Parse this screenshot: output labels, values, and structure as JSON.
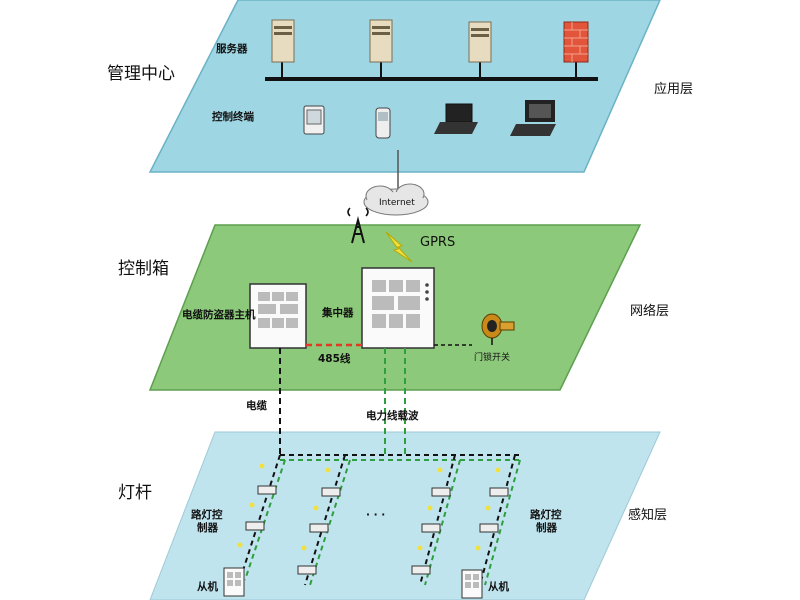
{
  "layers": {
    "top": {
      "side_label": "管理中心",
      "right_label": "应用层",
      "servers_label": "服务器",
      "terminals_label": "控制终端"
    },
    "middle": {
      "side_label": "控制箱",
      "right_label": "网络层",
      "cloud_label": "Internet",
      "gprs_label": "GPRS",
      "cable_host_label": "电缆防盗器主机",
      "concentrator_label": "集中器",
      "rs485_label": "485线",
      "door_label": "门锁开关"
    },
    "bottom": {
      "side_label": "灯杆",
      "right_label": "感知层",
      "controller_label": "路灯控\n制器",
      "slave_label": "从机",
      "dots": "· · ·"
    }
  },
  "links": {
    "cable_label": "电缆",
    "plc_label": "电力线载波"
  },
  "colors": {
    "top_plane": "#9fd6e3",
    "middle_plane": "#8cc97a",
    "bottom_plane": "#bfe4ee",
    "plc_line": "#2e9e3e",
    "rs485_line": "#e03a24",
    "cable_line": "#111111"
  }
}
